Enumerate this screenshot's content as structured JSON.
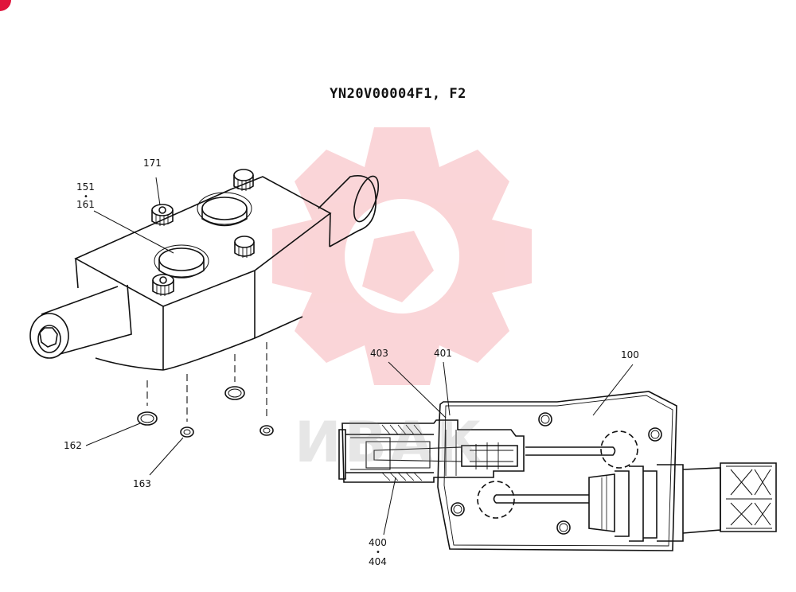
{
  "title": "YN20V00004F1, F2",
  "watermark_text": "ИВАК",
  "labels": {
    "l171": "171",
    "l151": "151",
    "l161": "161",
    "l162": "162",
    "l163": "163",
    "l403": "403",
    "l401": "401",
    "l100": "100",
    "l400": "400",
    "l404": "404"
  },
  "colors": {
    "line": "#111111",
    "watermark": "#f6b3b8",
    "accent": "#e0143c"
  }
}
